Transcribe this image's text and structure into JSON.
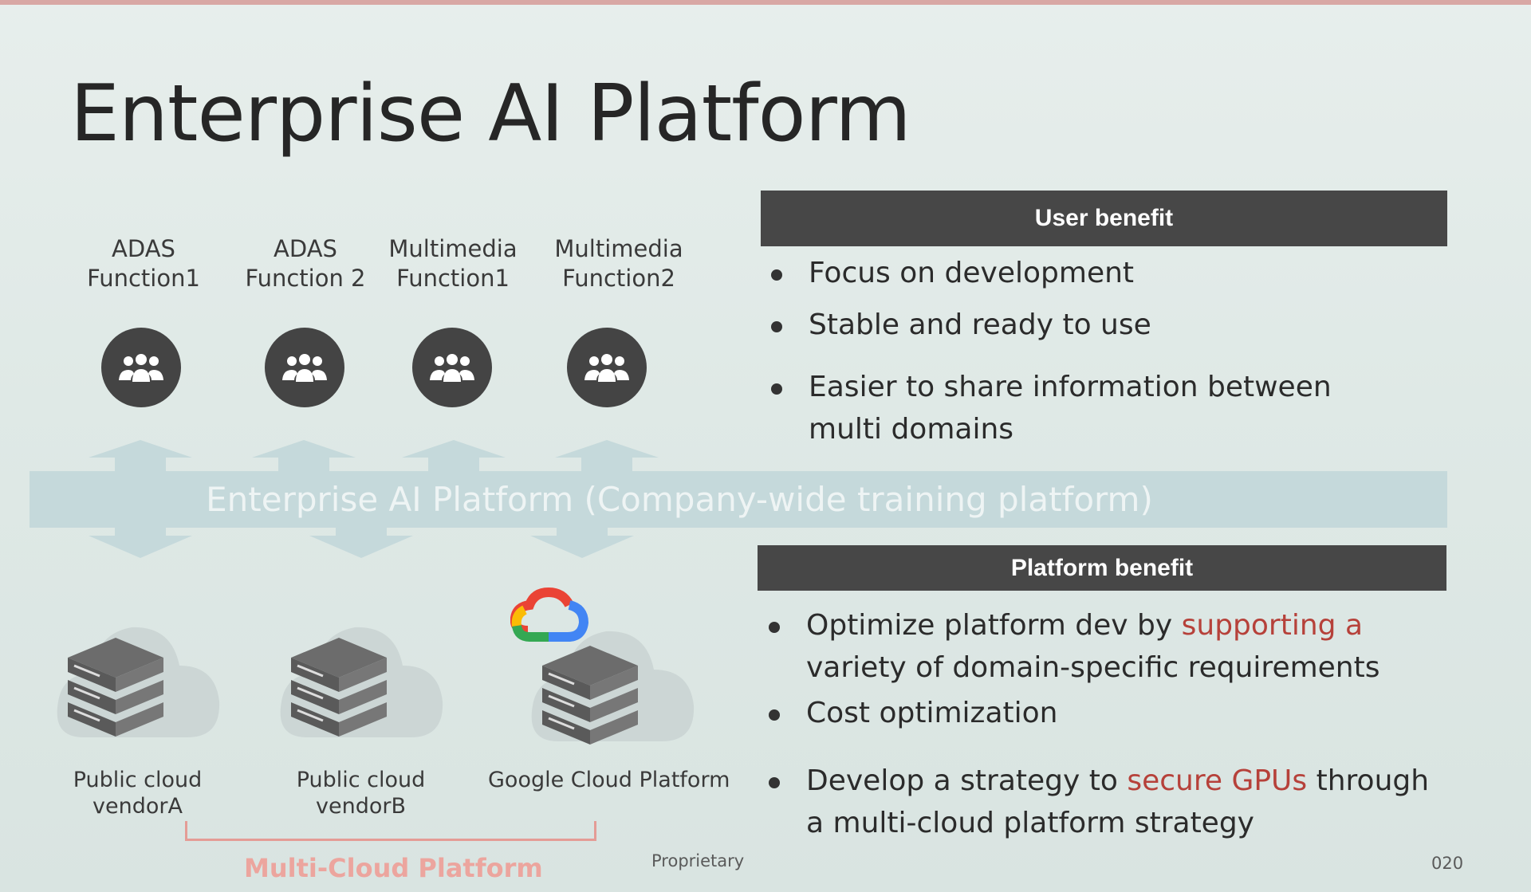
{
  "slide": {
    "title": "Enterprise AI Platform",
    "functions": [
      {
        "line1": "ADAS",
        "line2": "Function1",
        "icon": "group-icon"
      },
      {
        "line1": "ADAS",
        "line2": "Function 2",
        "icon": "group-icon"
      },
      {
        "line1": "Multimedia",
        "line2": "Function1",
        "icon": "group-icon"
      },
      {
        "line1": "Multimedia",
        "line2": "Function2",
        "icon": "group-icon"
      }
    ],
    "platform_band": "Enterprise AI Platform (Company-wide training platform)",
    "clouds": [
      {
        "line1": "Public cloud",
        "line2": "vendorA",
        "icon": "server-cloud-icon"
      },
      {
        "line1": "Public cloud",
        "line2": "vendorB",
        "icon": "server-cloud-icon"
      },
      {
        "line1": "Google Cloud Platform",
        "line2": "",
        "icon": "google-cloud-logo"
      }
    ],
    "multi_cloud_label": "Multi-Cloud Platform",
    "footer": {
      "proprietary": "Proprietary",
      "page_number": "020"
    },
    "user_benefit": {
      "header": "User benefit",
      "items": [
        "Focus on development",
        "Stable and ready to use",
        "Easier to share information between",
        "multi domains"
      ]
    },
    "platform_benefit": {
      "header": "Platform benefit",
      "items": [
        {
          "plain": "Optimize platform dev by ",
          "highlight": "supporting a",
          "plain2": ""
        },
        {
          "highlight_line": "variety of domain-specific requirements"
        },
        {
          "plain": "Cost optimization"
        },
        {
          "plain": "Develop a strategy to ",
          "highlight": "secure GPUs",
          "plain2": " through"
        },
        {
          "highlight_line": "a multi-cloud platform strategy"
        }
      ]
    },
    "colors": {
      "accent_red": "#b6413a",
      "header_dark": "#474747",
      "bracket": "#e49c96"
    }
  }
}
